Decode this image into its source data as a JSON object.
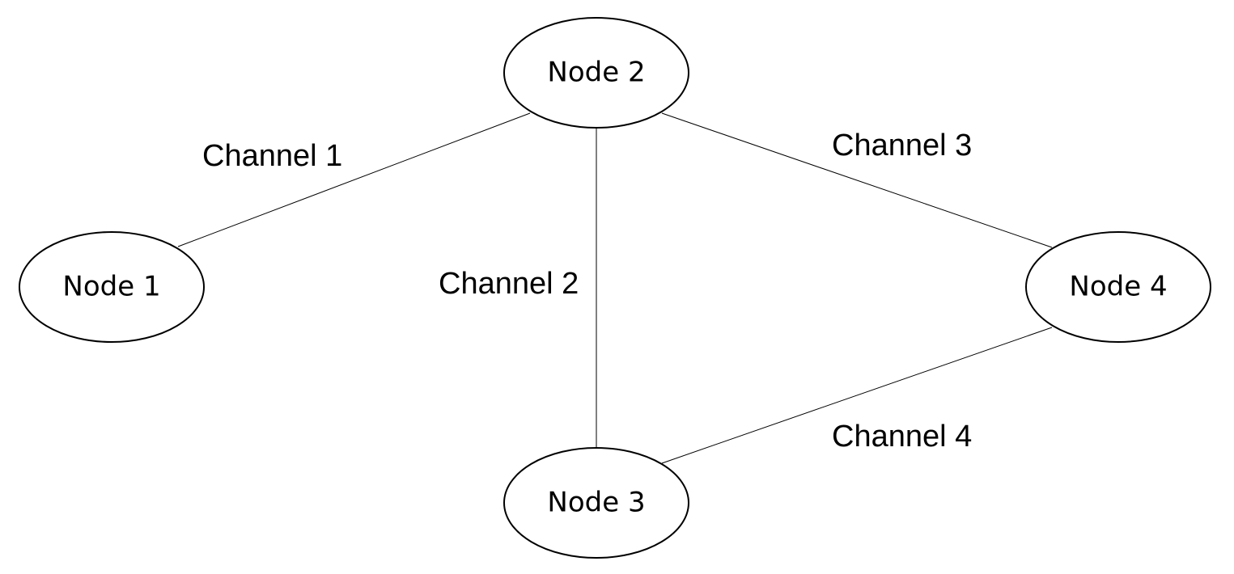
{
  "nodes": {
    "node1": {
      "label": "Node 1"
    },
    "node2": {
      "label": "Node 2"
    },
    "node3": {
      "label": "Node 3"
    },
    "node4": {
      "label": "Node 4"
    }
  },
  "channels": {
    "channel1": {
      "label": "Channel 1",
      "from": "Node 1",
      "to": "Node 2"
    },
    "channel2": {
      "label": "Channel 2",
      "from": "Node 2",
      "to": "Node 3"
    },
    "channel3": {
      "label": "Channel 3",
      "from": "Node 2",
      "to": "Node 4"
    },
    "channel4": {
      "label": "Channel 4",
      "from": "Node 3",
      "to": "Node 4"
    }
  },
  "colors": {
    "stroke": "#000000",
    "fill": "#ffffff"
  }
}
